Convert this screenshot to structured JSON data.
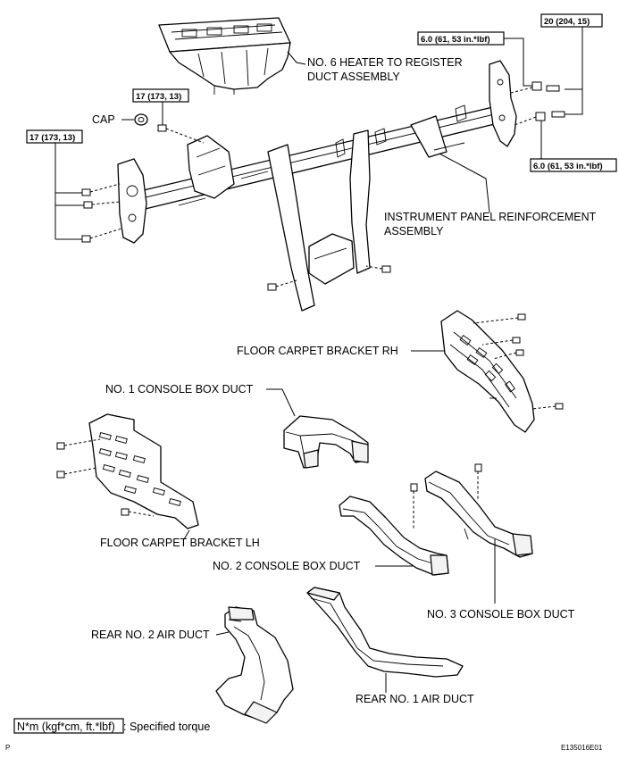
{
  "labels": {
    "heater_duct_1": "NO. 6 HEATER TO REGISTER",
    "heater_duct_2": "DUCT ASSEMBLY",
    "cap": "CAP",
    "reinforcement_1": "INSTRUMENT PANEL REINFORCEMENT",
    "reinforcement_2": "ASSEMBLY",
    "bracket_rh": "FLOOR CARPET BRACKET RH",
    "console_duct_1": "NO. 1 CONSOLE BOX DUCT",
    "bracket_lh": "FLOOR CARPET BRACKET LH",
    "console_duct_2": "NO. 2 CONSOLE BOX DUCT",
    "console_duct_3": "NO. 3 CONSOLE BOX DUCT",
    "rear_air_duct_2": "REAR NO. 2 AIR DUCT",
    "rear_air_duct_1": "REAR NO. 1 AIR DUCT"
  },
  "torques": {
    "t_17_top": "17 (173, 13)",
    "t_17_left": "17 (173, 13)",
    "t_6_top": "6.0 (61, 53 in.*lbf)",
    "t_20": "20 (204, 15)",
    "t_6_right": "6.0 (61, 53 in.*lbf)"
  },
  "legend": {
    "unit": "N*m (kgf*cm, ft.*lbf)",
    "text": ": Specified torque"
  },
  "footer": {
    "page_mark": "P",
    "figure_id": "E135016E01"
  }
}
